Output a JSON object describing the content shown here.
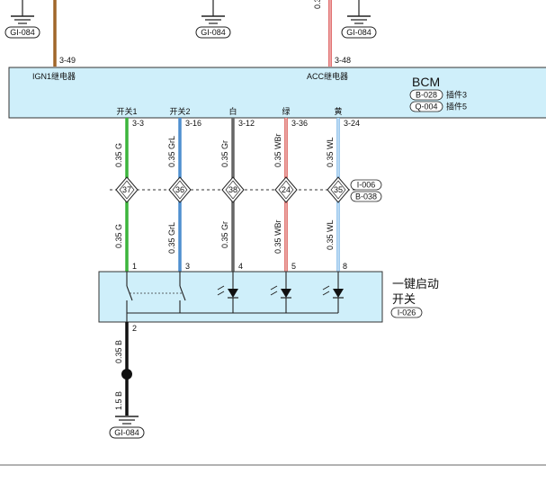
{
  "diagram": {
    "grounds_top": [
      "GI-084",
      "GI-084",
      "GI-084"
    ],
    "bottom_ground": "GI-084",
    "cut_wire_label": "0.3",
    "bcm": {
      "name": "BCM",
      "ign_relay": "IGN1继电器",
      "acc_relay": "ACC继电器",
      "ign_pin": "3-49",
      "acc_pin": "3-48",
      "connectors": [
        {
          "code": "B-028",
          "label": "插件3"
        },
        {
          "code": "Q-004",
          "label": "插件5"
        }
      ]
    },
    "wires": [
      {
        "func": "开关1",
        "pin": "3-3",
        "spec": "0.35 G",
        "splice": "37",
        "color": "#3cb53c",
        "sw_pin": "1"
      },
      {
        "func": "开关2",
        "pin": "3-16",
        "spec": "0.35 GrL",
        "splice": "36",
        "color": "#4f8fcf",
        "sw_pin": "3"
      },
      {
        "func": "白",
        "pin": "3-12",
        "spec": "0.35 Gr",
        "splice": "38",
        "color": "#666666",
        "sw_pin": "4"
      },
      {
        "func": "绿",
        "pin": "3-36",
        "spec": "0.35 WBr",
        "splice": "24",
        "color": "#d9534f",
        "sw_pin": "5"
      },
      {
        "func": "黄",
        "pin": "3-24",
        "spec": "0.35 WL",
        "splice": "35",
        "color": "#7fb8e8",
        "sw_pin": "8"
      }
    ],
    "splice_refs": [
      "I-006",
      "B-038"
    ],
    "switch": {
      "name_line1": "一键启动",
      "name_line2": "开关",
      "code": "I-026",
      "ground_pin": "2"
    },
    "ground_wire_upper": "0.35 B",
    "ground_wire_lower": "1.5 B"
  }
}
